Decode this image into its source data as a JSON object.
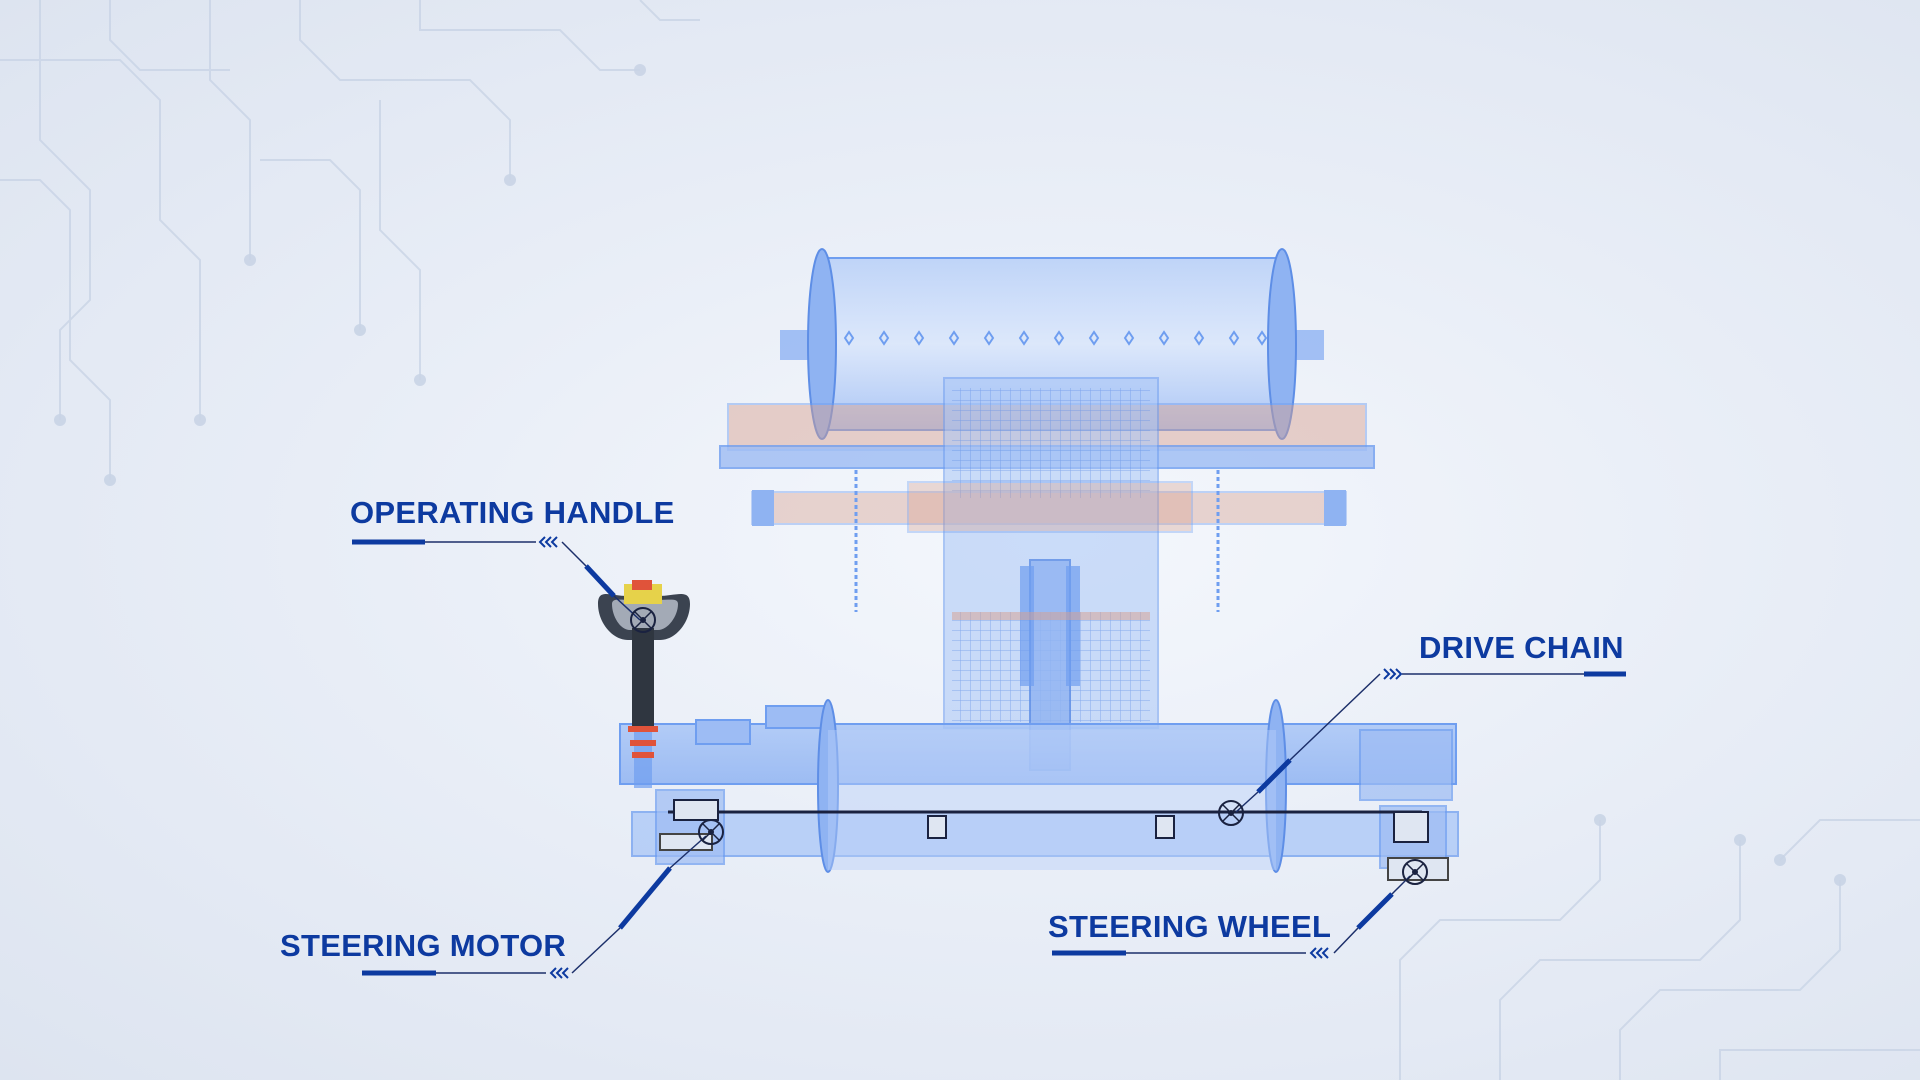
{
  "callouts": {
    "operating_handle": "OPERATING HANDLE",
    "drive_chain": "DRIVE CHAIN",
    "steering_motor": "STEERING MOTOR",
    "steering_wheel": "STEERING WHEEL"
  },
  "icons": {
    "callout_arrow": "triple-chevron-icon",
    "callout_target": "crosshair-target-icon"
  },
  "colors": {
    "label": "#0d3aa0",
    "accent_line": "#0d3aa0",
    "thin_line": "#1c2f6a",
    "machine_blue": "#6f9ef0",
    "machine_light": "#a9c6f7",
    "machine_accent": "#d8a08e",
    "handle_dark": "#3b4350",
    "handle_yellow": "#e6d24a",
    "handle_red": "#e0533a"
  }
}
